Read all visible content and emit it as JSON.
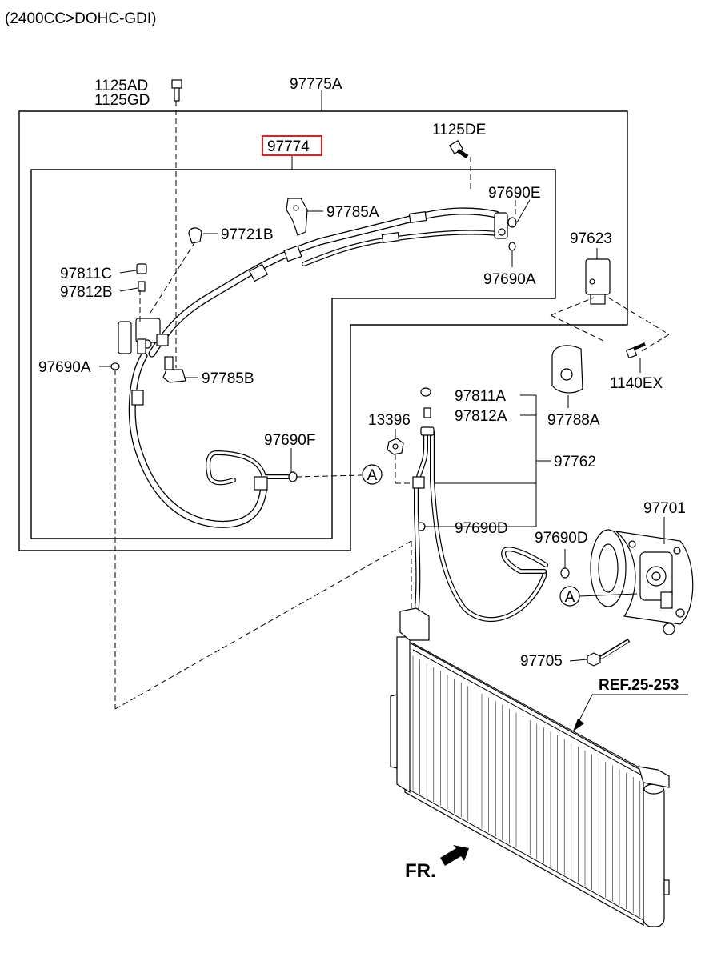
{
  "header": {
    "engine_spec": "(2400CC>DOHC-GDI)"
  },
  "callouts": {
    "c1125ad": "1125AD",
    "c1125gd": "1125GD",
    "c97775a": "97775A",
    "c97774": "97774",
    "c1125de": "1125DE",
    "c97690e": "97690E",
    "c97785a": "97785A",
    "c97721b": "97721B",
    "c97690a_top": "97690A",
    "c97623": "97623",
    "c97811c": "97811C",
    "c97812b": "97812B",
    "c97690a_left": "97690A",
    "c97785b": "97785B",
    "c1140ex": "1140EX",
    "c97811a": "97811A",
    "c97812a": "97812A",
    "c97788a": "97788A",
    "c13396": "13396",
    "c97690f": "97690F",
    "c97762": "97762",
    "c97701": "97701",
    "c97690d_mid": "97690D",
    "c97690d_right": "97690D",
    "c97705": "97705",
    "ref": "REF.25-253",
    "front": "FR."
  },
  "connectors": {
    "a1": "A",
    "a2": "A"
  },
  "highlight": {
    "part": "97774",
    "color": "#e02020"
  }
}
